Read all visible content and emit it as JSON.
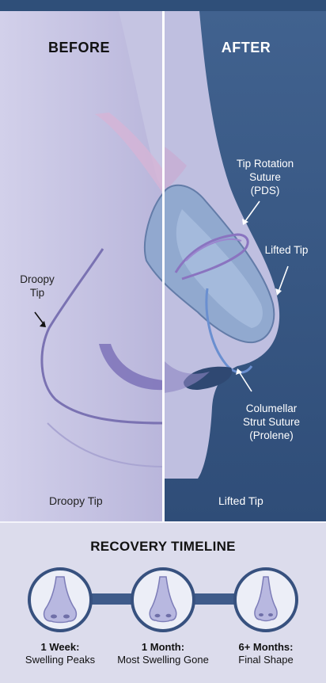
{
  "comparison": {
    "before_heading": "BEFORE",
    "after_heading": "AFTER",
    "before_label": "Droopy\nTip",
    "before_caption": "Droopy Tip",
    "after_caption": "Lifted Tip",
    "label_tip_rotation": "Tip Rotation\nSuture\n(PDS)",
    "label_lifted_tip": "Lifted Tip",
    "label_columellar": "Columellar\nStrut Suture\n(Prolene)"
  },
  "timeline": {
    "title": "RECOVERY TIMELINE",
    "stages": [
      {
        "title": "1 Week:",
        "desc": "Swelling Peaks"
      },
      {
        "title": "1 Month:",
        "desc": "Most Swelling Gone"
      },
      {
        "title": "6+ Months:",
        "desc": "Final Shape"
      }
    ]
  },
  "colors": {
    "before_bg": "#c9c8e4",
    "after_bg": "#3a5a86",
    "cartilage": "#8fa8cf",
    "suture_pds": "#8a74c0",
    "suture_prolene": "#6a8fd0",
    "track": "#3f5b8a"
  }
}
